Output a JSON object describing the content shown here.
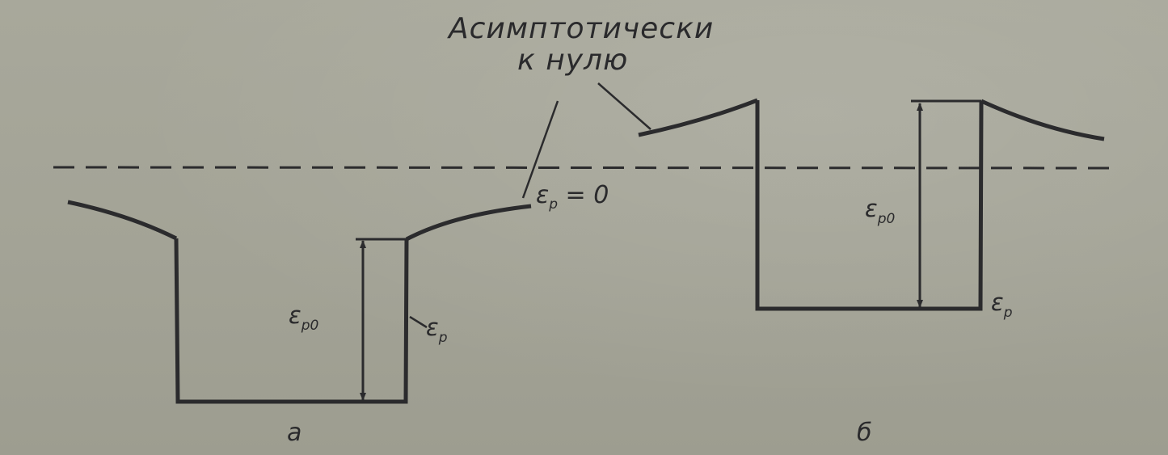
{
  "annotation": {
    "line1": "Асимптотически",
    "line2": "к нулю"
  },
  "zero_line_label": {
    "symbol": "ε",
    "subscript": "p",
    "rest": " = 0"
  },
  "panel_a": {
    "caption": "а",
    "amplitude_label": {
      "symbol": "ε",
      "subscript": "p0"
    },
    "curve_label": {
      "symbol": "ε",
      "subscript": "p"
    }
  },
  "panel_b": {
    "caption": "б",
    "amplitude_label": {
      "symbol": "ε",
      "subscript": "p0"
    },
    "curve_label": {
      "symbol": "ε",
      "subscript": "p"
    }
  },
  "colors": {
    "paper": "#a7a79b",
    "ink": "#2b2b2d"
  }
}
